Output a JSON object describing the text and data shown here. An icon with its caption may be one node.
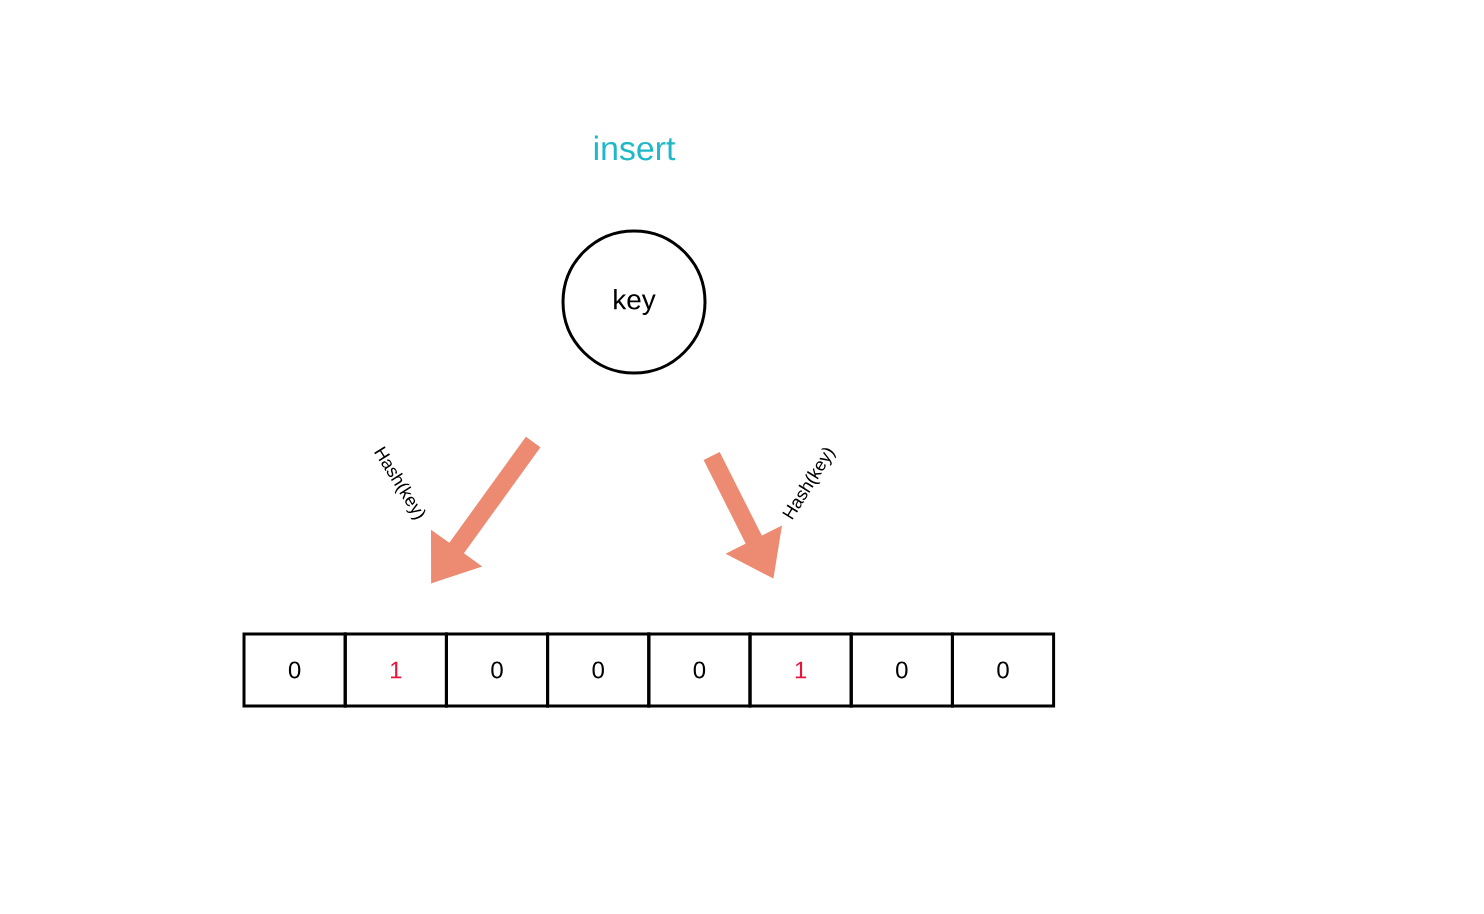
{
  "diagram": {
    "title": "insert",
    "nodes": [
      {
        "text": [
          "key"
        ]
      },
      {
        "text": [
          "0"
        ]
      },
      {
        "text": [
          "1"
        ]
      },
      {
        "text": [
          "0"
        ]
      },
      {
        "text": [
          "0"
        ]
      },
      {
        "text": [
          "0"
        ]
      },
      {
        "text": [
          "1"
        ]
      },
      {
        "text": [
          "0"
        ]
      },
      {
        "text": [
          "0"
        ]
      }
    ],
    "edges": [
      {
        "from": 0,
        "to": 2,
        "label": "Hash(key)",
        "arrow": "to",
        "color": "#ec8a72"
      },
      {
        "from": 0,
        "to": 6,
        "label": "Hash(key)",
        "arrow": "to",
        "color": "#ec8a72"
      }
    ]
  }
}
